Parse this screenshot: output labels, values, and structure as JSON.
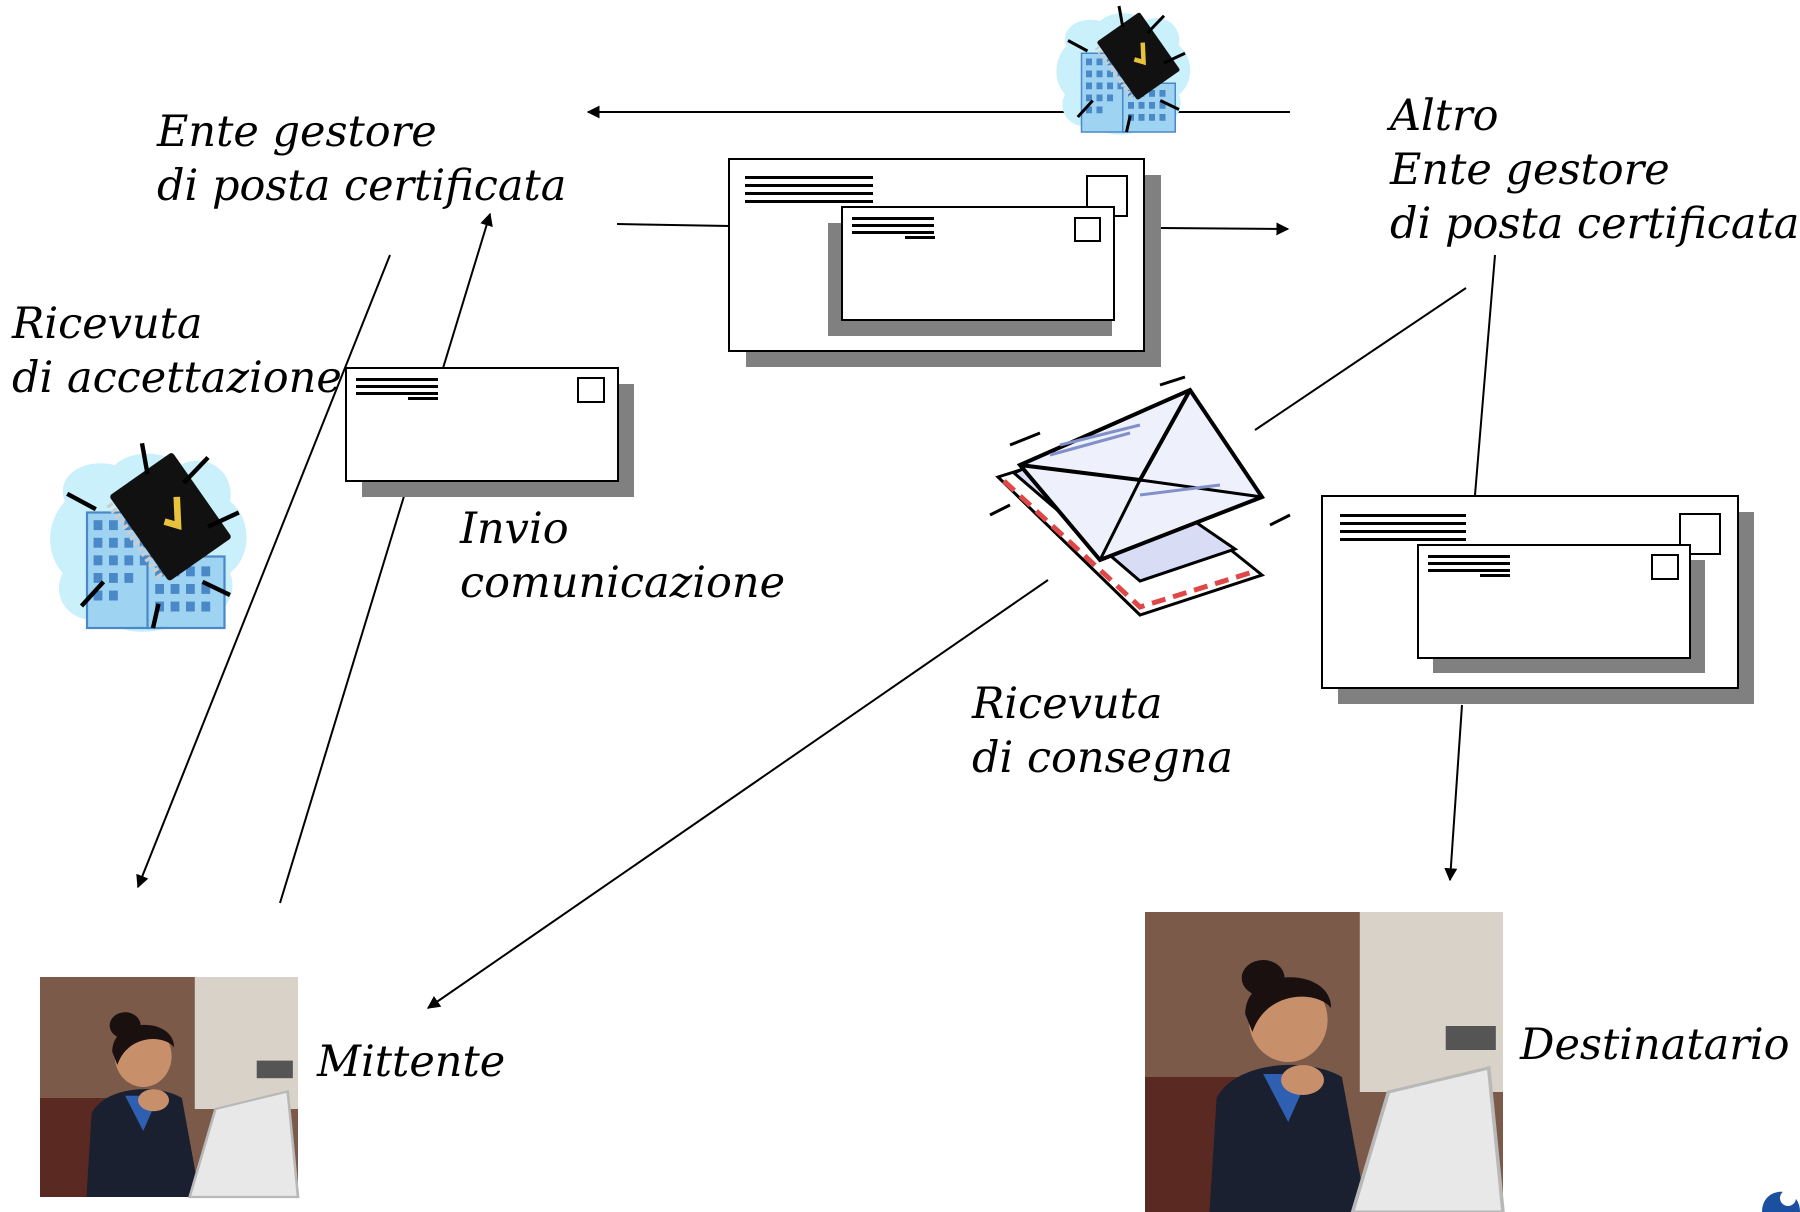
{
  "labels": {
    "ente_gestore": [
      "Ente gestore",
      "di posta certificata"
    ],
    "altro_ente": [
      "Altro",
      "Ente gestore",
      "di posta certificata"
    ],
    "ricevuta_accettazione": [
      "Ricevuta",
      "di accettazione"
    ],
    "invio_comunicazione": [
      "Invio",
      "comunicazione"
    ],
    "ricevuta_consegna": [
      "Ricevuta",
      "di consegna"
    ],
    "mittente": "Mittente",
    "destinatario": "Destinatario"
  },
  "icons": {
    "building_certified": "certified-mail-building-icon",
    "envelope": "envelope-icon",
    "envelope_stack": "envelope-stack-icon",
    "person": "user-at-computer-icon"
  },
  "colors": {
    "line": "#000000",
    "shadow": "#808080",
    "building": "#9fd3f2",
    "building_dark": "#4a88c8",
    "notebook": "#111111",
    "check": "#e8c23a",
    "burst": "#c9f0fb"
  }
}
